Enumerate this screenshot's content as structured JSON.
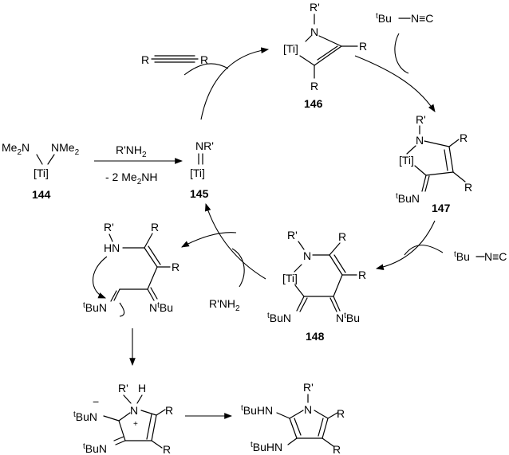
{
  "compounds": {
    "c144": "144",
    "c145": "145",
    "c146": "146",
    "c147": "147",
    "c148": "148"
  },
  "labels": {
    "ti": "[Ti]",
    "nme2": "NMe",
    "me2n": "Me",
    "sub2": "2",
    "nr_prime": "NR'",
    "r": "R",
    "r_prime": "R'",
    "n": "N",
    "hn": "HN",
    "h": "H",
    "nh2_tail": "NH",
    "t": "t",
    "bun": "BuN",
    "nbu": "N",
    "bu": "Bu",
    "buhn": "BuHN",
    "bu_triple": "Bu",
    "nc": "N≡C",
    "plus": "+",
    "minus": "−"
  },
  "reagents": {
    "amine_top": "R'NH",
    "amine_top_sub": "2",
    "byproduct": "- 2 Me",
    "byproduct_sub": "2",
    "byproduct_tail": "NH",
    "amine_mid": "R'NH",
    "amine_mid_sub": "2"
  }
}
